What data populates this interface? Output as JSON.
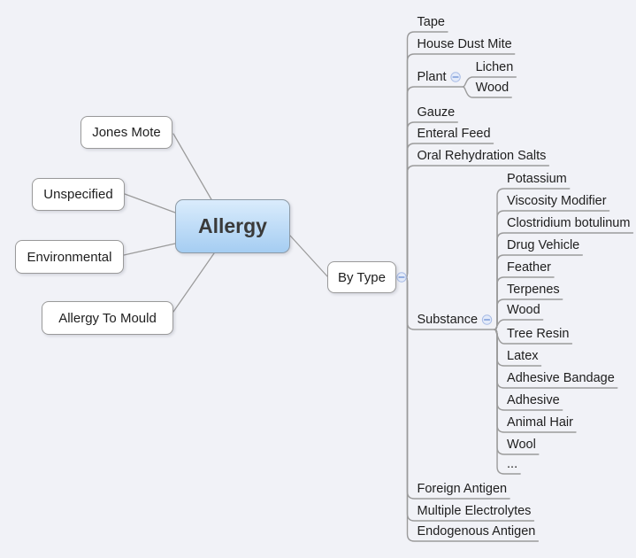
{
  "mindmap": {
    "root": {
      "label": "Allergy"
    },
    "left_topics": [
      {
        "label": "Jones Mote"
      },
      {
        "label": "Unspecified"
      },
      {
        "label": "Environmental"
      },
      {
        "label": "Allergy To Mould"
      }
    ],
    "right_topic": {
      "label": "By Type",
      "has_collapse_icon": true,
      "children": [
        {
          "label": "Tape"
        },
        {
          "label": "House Dust Mite"
        },
        {
          "label": "Plant",
          "has_collapse_icon": true,
          "children": [
            {
              "label": "Lichen"
            },
            {
              "label": "Wood"
            }
          ]
        },
        {
          "label": "Gauze"
        },
        {
          "label": "Enteral Feed"
        },
        {
          "label": "Oral Rehydration Salts"
        },
        {
          "label": "Substance",
          "has_collapse_icon": true,
          "children": [
            {
              "label": "Potassium"
            },
            {
              "label": "Viscosity Modifier"
            },
            {
              "label": "Clostridium botulinum"
            },
            {
              "label": "Drug Vehicle"
            },
            {
              "label": "Feather"
            },
            {
              "label": "Terpenes"
            },
            {
              "label": "Wood"
            },
            {
              "label": "Tree Resin"
            },
            {
              "label": "Latex"
            },
            {
              "label": "Adhesive Bandage"
            },
            {
              "label": "Adhesive"
            },
            {
              "label": "Animal Hair"
            },
            {
              "label": "Wool"
            },
            {
              "label": "..."
            }
          ]
        },
        {
          "label": "Foreign Antigen"
        },
        {
          "label": "Multiple Electrolytes"
        },
        {
          "label": "Endogenous Antigen"
        }
      ]
    },
    "icons": {
      "collapse": "minus-circle"
    },
    "colors": {
      "background": "#f1f2f7",
      "connector": "#9b9b9b",
      "box_fill": "#ffffff",
      "box_border": "#9a9a9a",
      "text": "#1e1e1e",
      "root_fill_top": "#daecfc",
      "root_fill_bottom": "#a5cdf2",
      "root_border": "#8d9aa5",
      "collapse_fill": "#e3eaf9",
      "collapse_border": "#a8bce6",
      "collapse_glyph": "#7b9bd9"
    }
  }
}
